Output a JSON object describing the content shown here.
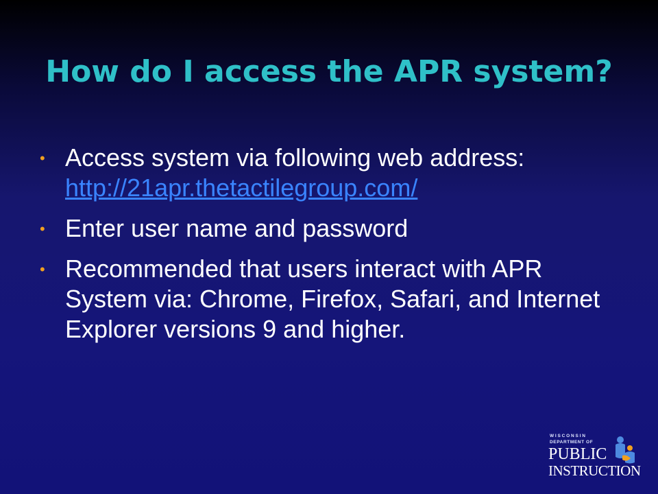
{
  "slide": {
    "title": "How do I access the APR system?",
    "bullets": [
      {
        "text": "Access system via following web address:",
        "link": "http://21apr.thetactilegroup.com/"
      },
      {
        "text": "Enter user name and password"
      },
      {
        "text": "Recommended that users interact with APR System via: Chrome, Firefox, Safari, and Internet Explorer versions 9 and higher."
      }
    ],
    "bullet_glyph": "•"
  },
  "logo": {
    "line1": "WISCONSIN",
    "line2": "DEPARTMENT OF",
    "line3": "PUBLIC",
    "line4": "INSTRUCTION"
  },
  "colors": {
    "title": "#2fc0c8",
    "bullet_marker": "#f0a020",
    "link": "#3a84ff",
    "text": "#ffffff"
  }
}
